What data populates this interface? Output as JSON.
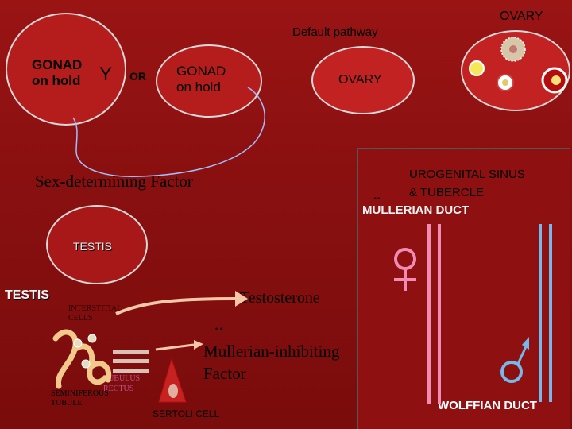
{
  "labels": {
    "gonad_left": "GONAD\non hold",
    "y_chromosome": "Y",
    "or": "OR",
    "gonad_right": "GONAD\non hold",
    "default_pathway": "Default pathway",
    "ovary_center": "OVARY",
    "ovary_top_right": "OVARY",
    "sex_determining_factor": "Sex-determining Factor",
    "testis_circle": "TESTIS",
    "testis_left": "TESTIS",
    "interstitial_cells": "INTERSTITIAL\nCELLS",
    "testosterone": "Testosterone",
    "tubulus_rectus": "TUBULUS\nRECTUS",
    "seminiferous_tubule": "SEMINIFEROUS\nTUBULE",
    "sertoli_cell": "SERTOLI  CELL",
    "mullerian_factor": "Mullerian-inhibiting\nFactor",
    "umlaut_mullerian_factor": "..",
    "urogenital_sinus": "UROGENITAL SINUS\n& TUBERCLE",
    "mullerian_duct": "MULLERIAN DUCT",
    "umlaut_mullerian_duct": "..",
    "wolffian_duct": "WOLFFIAN DUCT",
    "female_symbol": "♀"
  },
  "colors": {
    "background": "#8a1010",
    "gonad_fill": "#b51d1d",
    "ovary_fill": "#c22222",
    "testis_fill": "#a81818",
    "mullerian_duct": "#f08cb4",
    "wolffian_duct": "#74b8ec",
    "testosterone_arrow": "#f6c7a8",
    "female_symbol": "#f08cb4",
    "male_symbol": "#74b8ec"
  }
}
